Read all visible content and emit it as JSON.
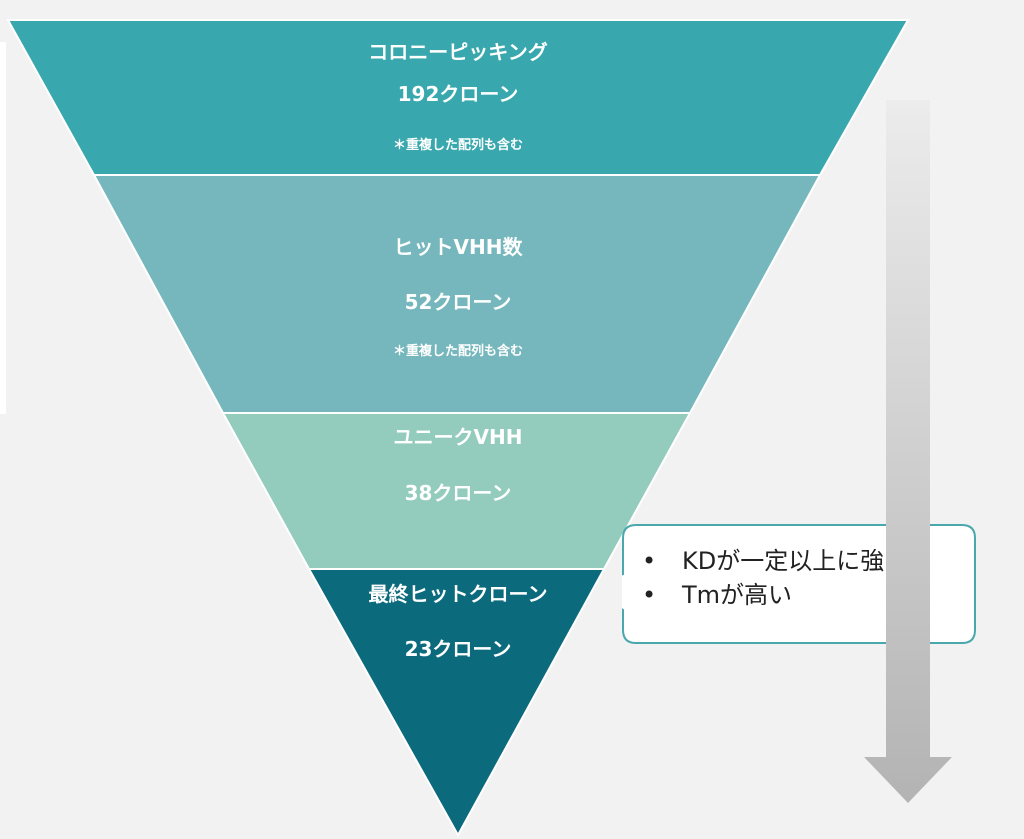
{
  "funnel": {
    "levels": [
      {
        "title": "コロニーピッキング",
        "count": "192クローン",
        "note": "＊重複した配列も含む",
        "color": "#38a8ae"
      },
      {
        "title": "ヒットVHH数",
        "count": "52クローン",
        "note": "＊重複した配列も含む",
        "color": "#75b7bc"
      },
      {
        "title": "ユニークVHH",
        "count": "38クローン",
        "color": "#93cbbd"
      },
      {
        "title": "最終ヒットクローン",
        "count": "23クローン",
        "color": "#0c6a7d"
      }
    ]
  },
  "callout": {
    "bullets": [
      "KDが一定以上に強く",
      "Tmが高い"
    ],
    "bullet_symbol": "•",
    "border_color": "#4aa8ad"
  },
  "arrow": {
    "direction": "down",
    "color": "#b9b9b9"
  }
}
